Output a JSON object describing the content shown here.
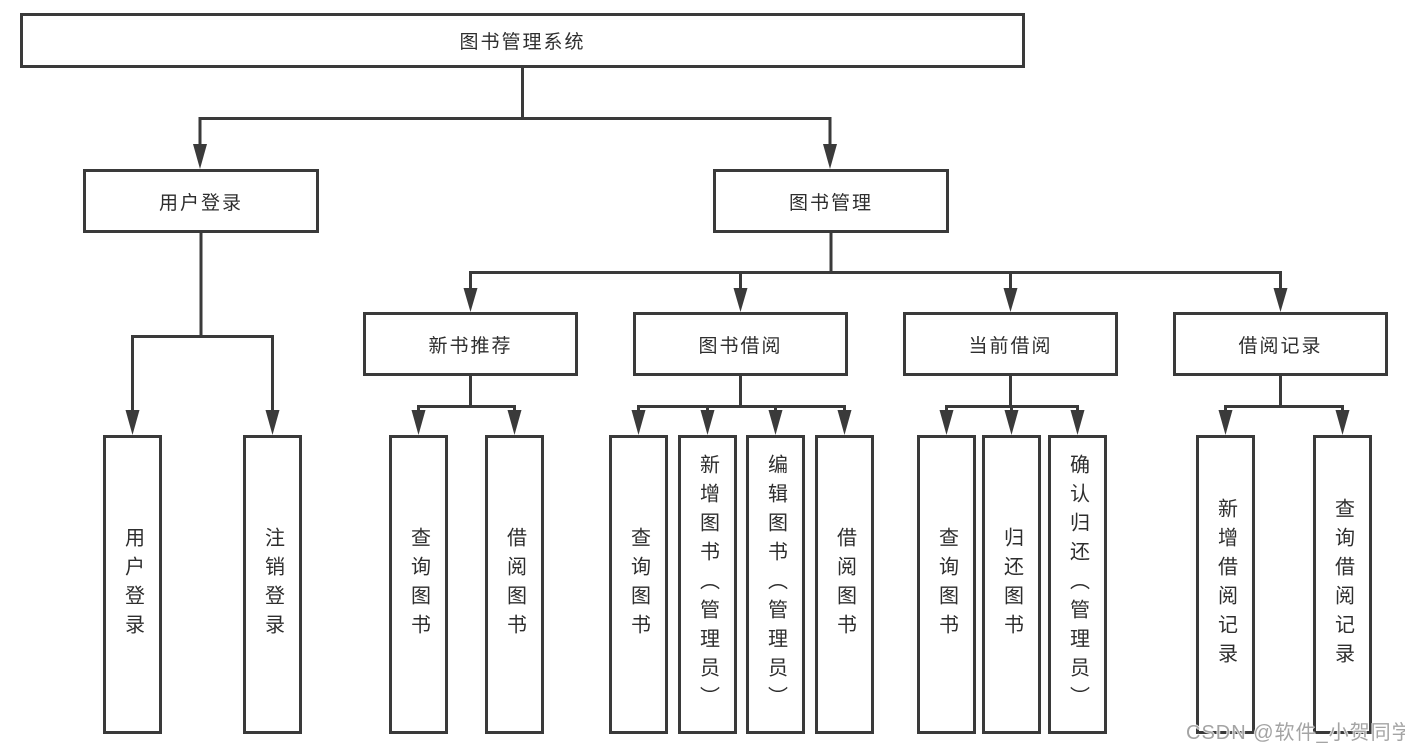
{
  "tree": {
    "label": "图书管理系统",
    "children": [
      {
        "label": "用户登录",
        "children": [
          {
            "label": "用户登录"
          },
          {
            "label": "注销登录"
          }
        ]
      },
      {
        "label": "图书管理",
        "children": [
          {
            "label": "新书推荐",
            "children": [
              {
                "label": "查询图书"
              },
              {
                "label": "借阅图书"
              }
            ]
          },
          {
            "label": "图书借阅",
            "children": [
              {
                "label": "查询图书"
              },
              {
                "label": "新增图书（管理员）"
              },
              {
                "label": "编辑图书（管理员）"
              },
              {
                "label": "借阅图书"
              }
            ]
          },
          {
            "label": "当前借阅",
            "children": [
              {
                "label": "查询图书"
              },
              {
                "label": "归还图书"
              },
              {
                "label": "确认归还（管理员）"
              }
            ]
          },
          {
            "label": "借阅记录",
            "children": [
              {
                "label": "新增借阅记录"
              },
              {
                "label": "查询借阅记录"
              }
            ]
          }
        ]
      }
    ]
  },
  "watermark": "CSDN @软件_小贺同学",
  "colors": {
    "line": "#3a3a3a",
    "text": "#2e2e2e",
    "background": "#ffffff",
    "watermark": "#a4a4a4"
  }
}
